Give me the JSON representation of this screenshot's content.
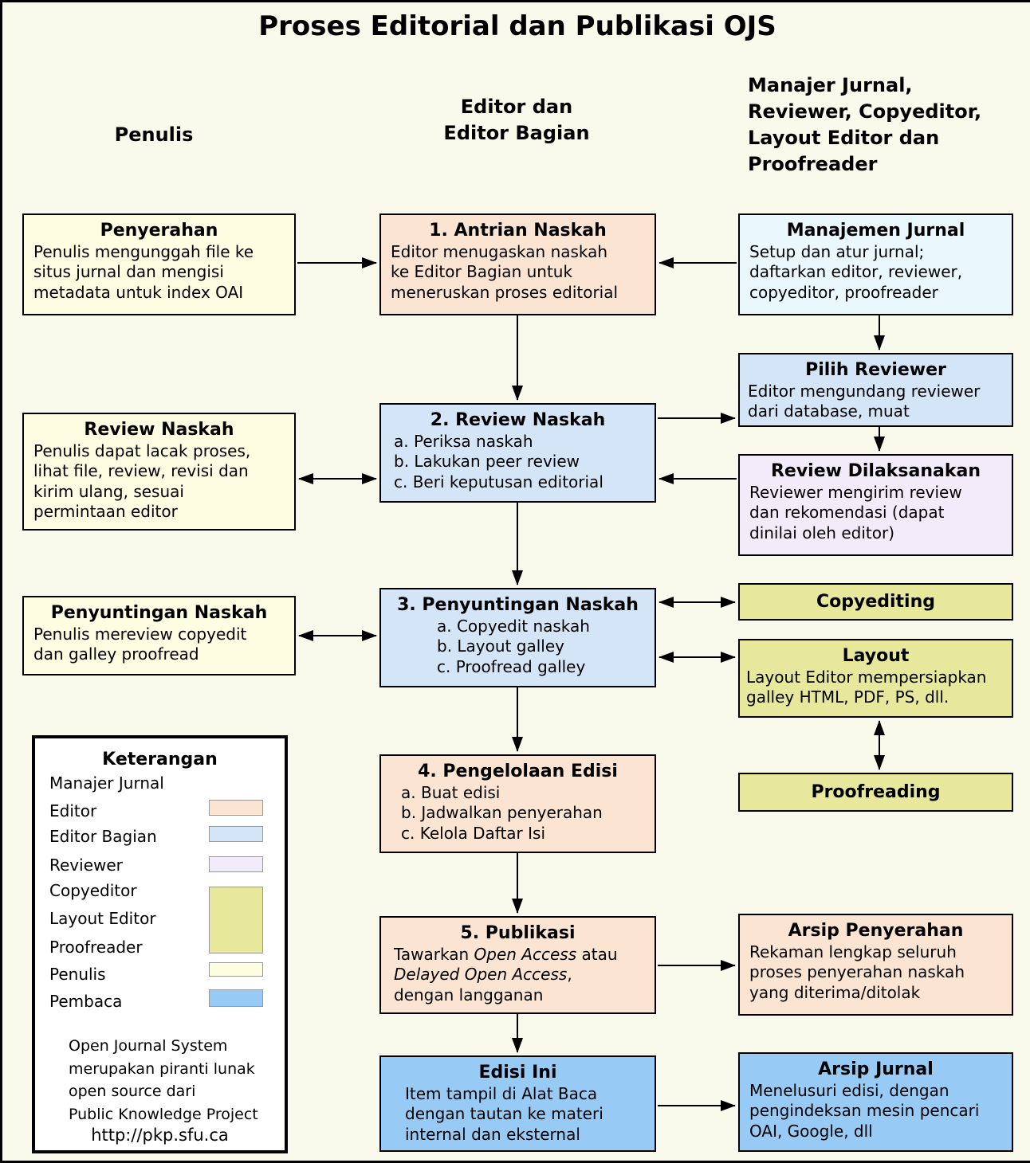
{
  "title": "Proses Editorial dan Publikasi OJS",
  "column_headers": {
    "penulis": "Penulis",
    "editor": "Editor dan\nEditor Bagian",
    "others": "Manajer Jurnal,\nReviewer, Copyeditor,\nLayout Editor dan\nProofreader"
  },
  "colors": {
    "penulis": "#fdfde1",
    "editor": "#fbe5d2",
    "editor_bagian": "#d4e5f7",
    "manajer_jurnal": "#eaf7fd",
    "reviewer": "#f2ebf9",
    "copyeditor_layout_proofreader": "#e7e89c",
    "pembaca": "#97caf5",
    "arrow": "#000000"
  },
  "boxes": {
    "penyerahan": {
      "title": "Penyerahan",
      "body": "Penulis mengunggah file ke\nsitus jurnal dan mengisi\nmetadata untuk index OAI"
    },
    "antrian_naskah": {
      "title": "1. Antrian Naskah",
      "body": "Editor menugaskan naskah\nke Editor Bagian untuk\nmeneruskan proses editorial"
    },
    "manajemen_jurnal": {
      "title": "Manajemen Jurnal",
      "body": "Setup dan atur jurnal;\ndaftarkan editor, reviewer,\ncopyeditor, proofreader"
    },
    "review_naskah_penulis": {
      "title": "Review Naskah",
      "body": "Penulis dapat lacak proses,\nlihat file, review, revisi dan\nkirim ulang, sesuai\npermintaan editor"
    },
    "review_naskah": {
      "title": "2. Review Naskah",
      "body": "a. Periksa naskah\nb. Lakukan peer review\nc. Beri keputusan editorial"
    },
    "pilih_reviewer": {
      "title": "Pilih Reviewer",
      "body": "Editor mengundang reviewer\ndari database, muat"
    },
    "review_dilaksanakan": {
      "title": "Review Dilaksanakan",
      "body": "Reviewer mengirim review\ndan rekomendasi (dapat\ndinilai oleh editor)"
    },
    "penyuntingan_naskah_penulis": {
      "title": "Penyuntingan Naskah",
      "body": "Penulis mereview copyedit\ndan galley proofread"
    },
    "penyuntingan_naskah": {
      "title": "3. Penyuntingan Naskah",
      "body": "a. Copyedit naskah\nb. Layout galley\nc. Proofread galley"
    },
    "copyediting": {
      "title": "Copyediting"
    },
    "layout": {
      "title": "Layout",
      "body": "Layout Editor mempersiapkan\ngalley HTML, PDF, PS, dll."
    },
    "proofreading": {
      "title": "Proofreading"
    },
    "pengelolaan_edisi": {
      "title": "4. Pengelolaan Edisi",
      "body": "a. Buat edisi\nb. Jadwalkan penyerahan\nc. Kelola Daftar Isi"
    },
    "publikasi": {
      "title": "5. Publikasi",
      "body_rich": [
        {
          "text": "Tawarkan "
        },
        {
          "text": "Open Access",
          "italic": true
        },
        {
          "text": " atau\n"
        },
        {
          "text": "Delayed Open Access",
          "italic": true
        },
        {
          "text": ",\ndengan langganan"
        }
      ]
    },
    "arsip_penyerahan": {
      "title": "Arsip Penyerahan",
      "body": "Rekaman lengkap seluruh\nproses penyerahan naskah\nyang diterima/ditolak"
    },
    "edisi_ini": {
      "title": "Edisi Ini",
      "body": "Item tampil di Alat Baca\ndengan tautan ke materi\ninternal dan eksternal"
    },
    "arsip_jurnal": {
      "title": "Arsip Jurnal",
      "body": "Menelusuri edisi, dengan\npengindeksan mesin pencari\nOAI, Google, dll"
    }
  },
  "legend": {
    "title": "Keterangan",
    "items": [
      "Manajer Jurnal",
      "Editor",
      "Editor Bagian",
      "Reviewer",
      "Copyeditor",
      "Layout Editor",
      "Proofreader",
      "Penulis",
      "Pembaca"
    ],
    "footer": "Open Journal System\nmerupakan piranti lunak\nopen source dari\nPublic Knowledge Project",
    "url": "http://pkp.sfu.ca"
  }
}
